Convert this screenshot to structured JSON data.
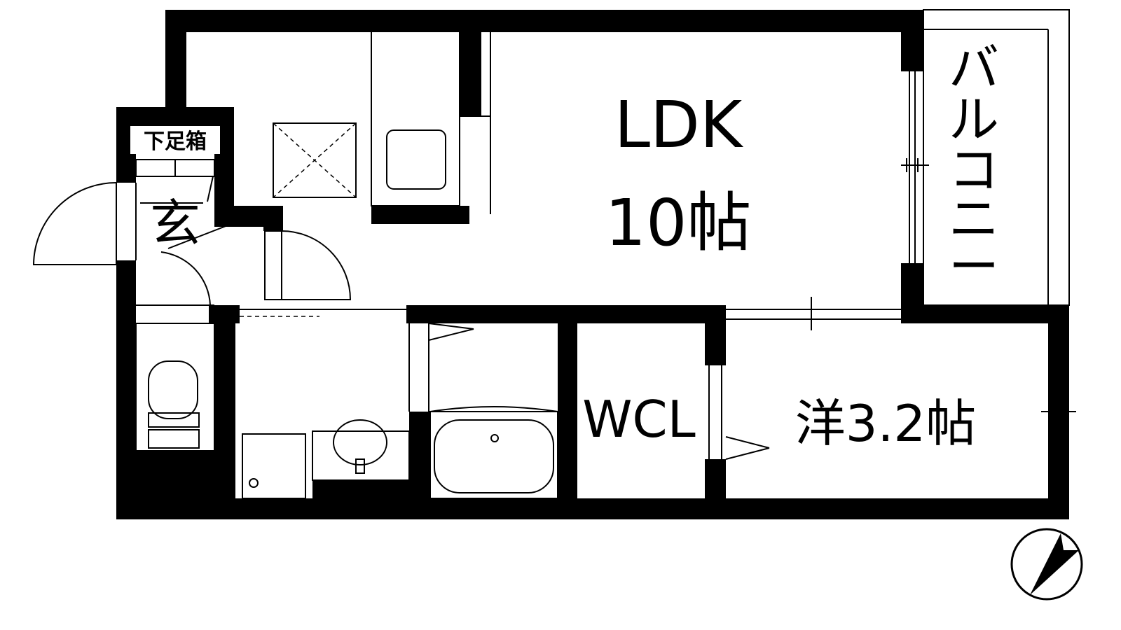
{
  "rooms": {
    "ldk": {
      "name": "LDK",
      "size": "10帖"
    },
    "balcony": {
      "name": "バルコニー",
      "chars": [
        "バ",
        "ル",
        "コ",
        "ニ",
        "ー"
      ]
    },
    "western": {
      "name": "洋3.2帖"
    },
    "wcl": {
      "name": "WCL"
    },
    "entrance": {
      "name": "玄"
    },
    "shoe_box": {
      "name": "下足箱"
    }
  },
  "colors": {
    "wall": "#000000",
    "background": "#ffffff"
  },
  "icons": {
    "compass": "north-arrow-icon"
  }
}
